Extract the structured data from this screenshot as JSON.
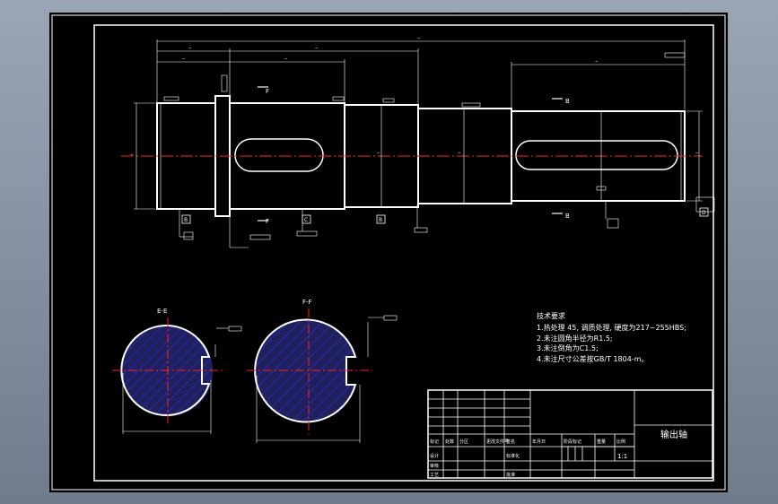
{
  "section_labels": {
    "e": "E-E",
    "f": "F-F"
  },
  "view_markers": {
    "b": "B",
    "f": "F"
  },
  "tech_requirements": {
    "heading": "技术要求",
    "items": [
      "1.热处理 45, 调质处理, 硬度为217~255HBS;",
      "2.未注圆角半径为R1.5;",
      "3.未注倒角为C1.5;",
      "4.未注尺寸公差按GB/T 1804-m。"
    ]
  },
  "title_block": {
    "part_name": "输出轴",
    "scale": "1:1",
    "row_labels": [
      "标记",
      "设计",
      "审核",
      "工艺"
    ],
    "col_labels": [
      "处数",
      "分区",
      "更改文件号",
      "签名",
      "年月日"
    ],
    "mid_labels": [
      "标准化",
      "批准",
      "阶段标记",
      "重量",
      "比例"
    ]
  },
  "colors": {
    "background": "#000000",
    "outline": "#ffffff",
    "centerline": "#ff0000",
    "hatch": "#2222ff",
    "section_fill": "#20205a"
  }
}
